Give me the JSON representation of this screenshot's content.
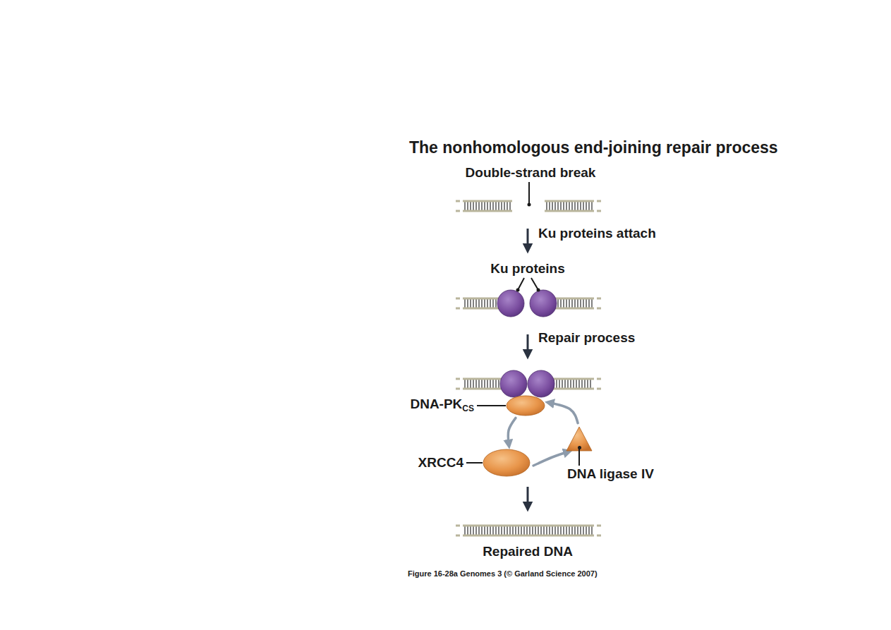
{
  "diagram": {
    "title": "The nonhomologous end-joining repair process",
    "caption": "Figure 16-28a Genomes 3 (© Garland Science 2007)",
    "nodes": [
      {
        "text": [
          "DNA-PK",
          "CS"
        ]
      },
      {
        "text": [
          "XRCC4"
        ]
      },
      {
        "text": [
          "DNA ligase IV"
        ]
      }
    ],
    "edges": [
      {
        "from": 0,
        "to": 1,
        "arrow": "to"
      },
      {
        "from": 1,
        "to": 2,
        "arrow": "to"
      },
      {
        "from": 2,
        "to": 0,
        "arrow": "to"
      }
    ],
    "labels": [
      "Double-strand break",
      "Ku proteins attach",
      "Ku proteins",
      "Repair process",
      "Repaired DNA"
    ]
  }
}
